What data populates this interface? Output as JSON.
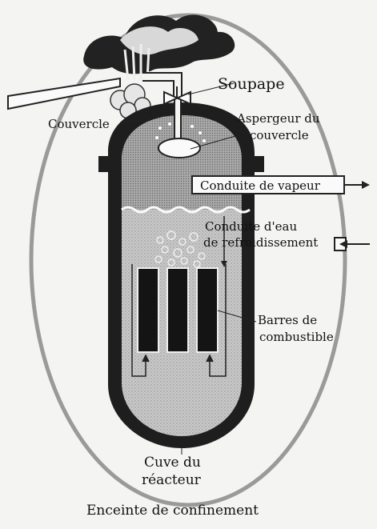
{
  "labels": {
    "soupape": "Soupape",
    "couvercle": "Couvercle",
    "aspergeur_line1": "Aspergeur du",
    "aspergeur_line2": "couvercle",
    "conduite_vapeur": "Conduite de vapeur",
    "conduite_eau_line1": "Conduite d'eau",
    "conduite_eau_line2": "de refroidissement",
    "barres_line1": "Barres de",
    "barres_line2": "combustible",
    "cuve_line1": "Cuve du",
    "cuve_line2": "réacteur",
    "enceinte": "Enceinte de confinement"
  },
  "colors": {
    "vessel_wall": "#1e1e1e",
    "vessel_interior": "#c9c9c9",
    "steam_zone": "#b3b3b3",
    "fuel_rod": "#141414",
    "containment_ring": "#9a9a9a",
    "paper": "#f4f4f2"
  }
}
